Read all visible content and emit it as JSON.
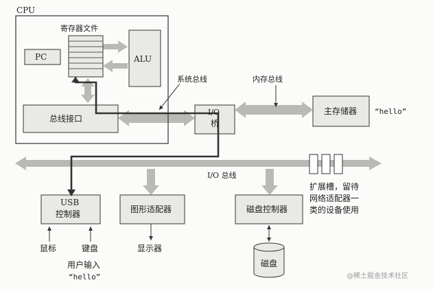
{
  "cpu": {
    "label": "CPU"
  },
  "register_file": {
    "label": "寄存器文件"
  },
  "pc": {
    "label": "PC"
  },
  "alu": {
    "label": "ALU"
  },
  "bus_interface": {
    "label": "总线接口"
  },
  "system_bus": {
    "label": "系统总线"
  },
  "memory_bus": {
    "label": "内存总线"
  },
  "io_bridge": {
    "line1": "I/O",
    "line2": "桥"
  },
  "main_memory": {
    "label": "主存储器",
    "content": "“hello”"
  },
  "io_bus": {
    "label": "I/O 总线"
  },
  "expansion_slots": {
    "lines": [
      "扩展槽，留待",
      "网络适配器一",
      "类的设备使用"
    ]
  },
  "usb_controller": {
    "line1": "USB",
    "line2": "控制器"
  },
  "graphics_adapter": {
    "label": "图形适配器"
  },
  "disk_controller": {
    "label": "磁盘控制器"
  },
  "disk": {
    "label": "磁盘"
  },
  "mouse": {
    "label": "鼠标"
  },
  "keyboard": {
    "label": "键盘"
  },
  "display": {
    "label": "显示器"
  },
  "user_input": {
    "line1": "用户输入",
    "line2": "“hello”"
  },
  "watermark": {
    "label": "@稀土掘金技术社区"
  },
  "colors": {
    "box_fill": "#e9e9e6",
    "arrow_gray": "#b9b9b6",
    "stroke": "#333333"
  }
}
